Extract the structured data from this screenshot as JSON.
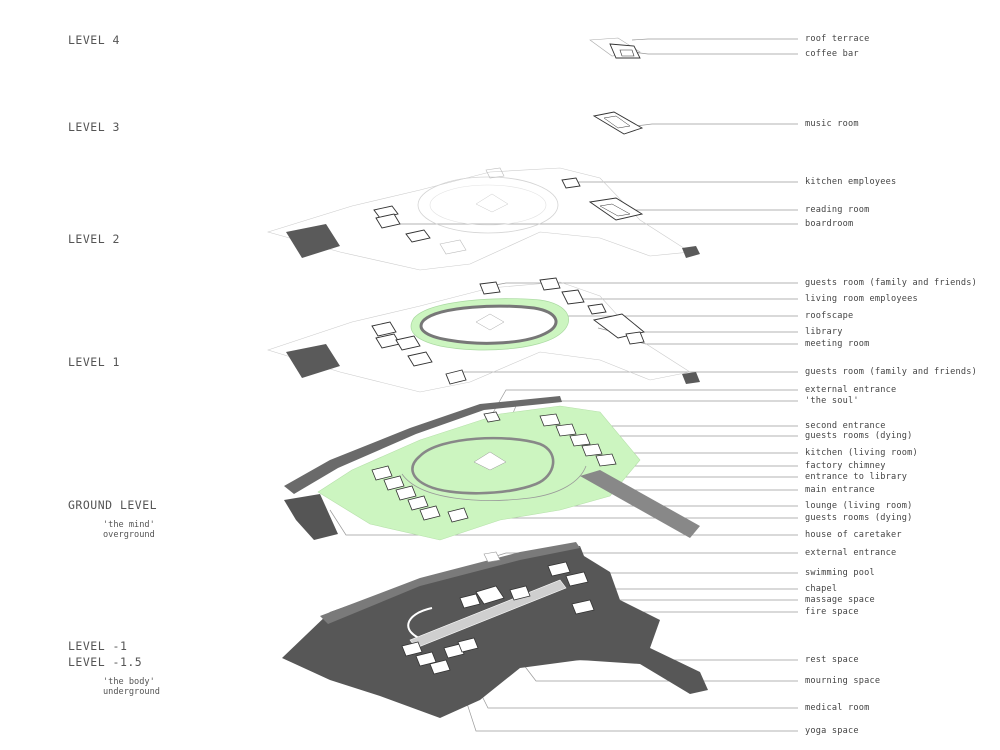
{
  "levels": [
    {
      "title": "LEVEL 4"
    },
    {
      "title": "LEVEL 3"
    },
    {
      "title": "LEVEL 2"
    },
    {
      "title": "LEVEL 1"
    },
    {
      "title": "GROUND LEVEL",
      "sub1": "'the mind'",
      "sub2": "overground"
    },
    {
      "title": "LEVEL -1",
      "title2": "LEVEL -1.5",
      "sub1": "'the body'",
      "sub2": "underground"
    }
  ],
  "callouts": [
    "roof terrace",
    "coffee bar",
    "music room",
    "kitchen employees",
    "reading room",
    "boardroom",
    "guests room (family and friends)",
    "living room employees",
    "roofscape",
    "library",
    "meeting room",
    "guests room (family and friends)",
    "external entrance",
    "'the soul'",
    "second entrance",
    "guests rooms (dying)",
    "kitchen (living room)",
    "factory chimney",
    "entrance to library",
    "main entrance",
    "lounge (living room)",
    "guests rooms (dying)",
    "house of caretaker",
    "external entrance",
    "swimming pool",
    "chapel",
    "massage space",
    "fire space",
    "rest space",
    "mourning space",
    "medical room",
    "yoga space"
  ],
  "colors": {
    "label": "#555555",
    "leader": "#9a9a9a",
    "green": "#ccf5c0",
    "dark": "#555555",
    "line": "#333333"
  }
}
